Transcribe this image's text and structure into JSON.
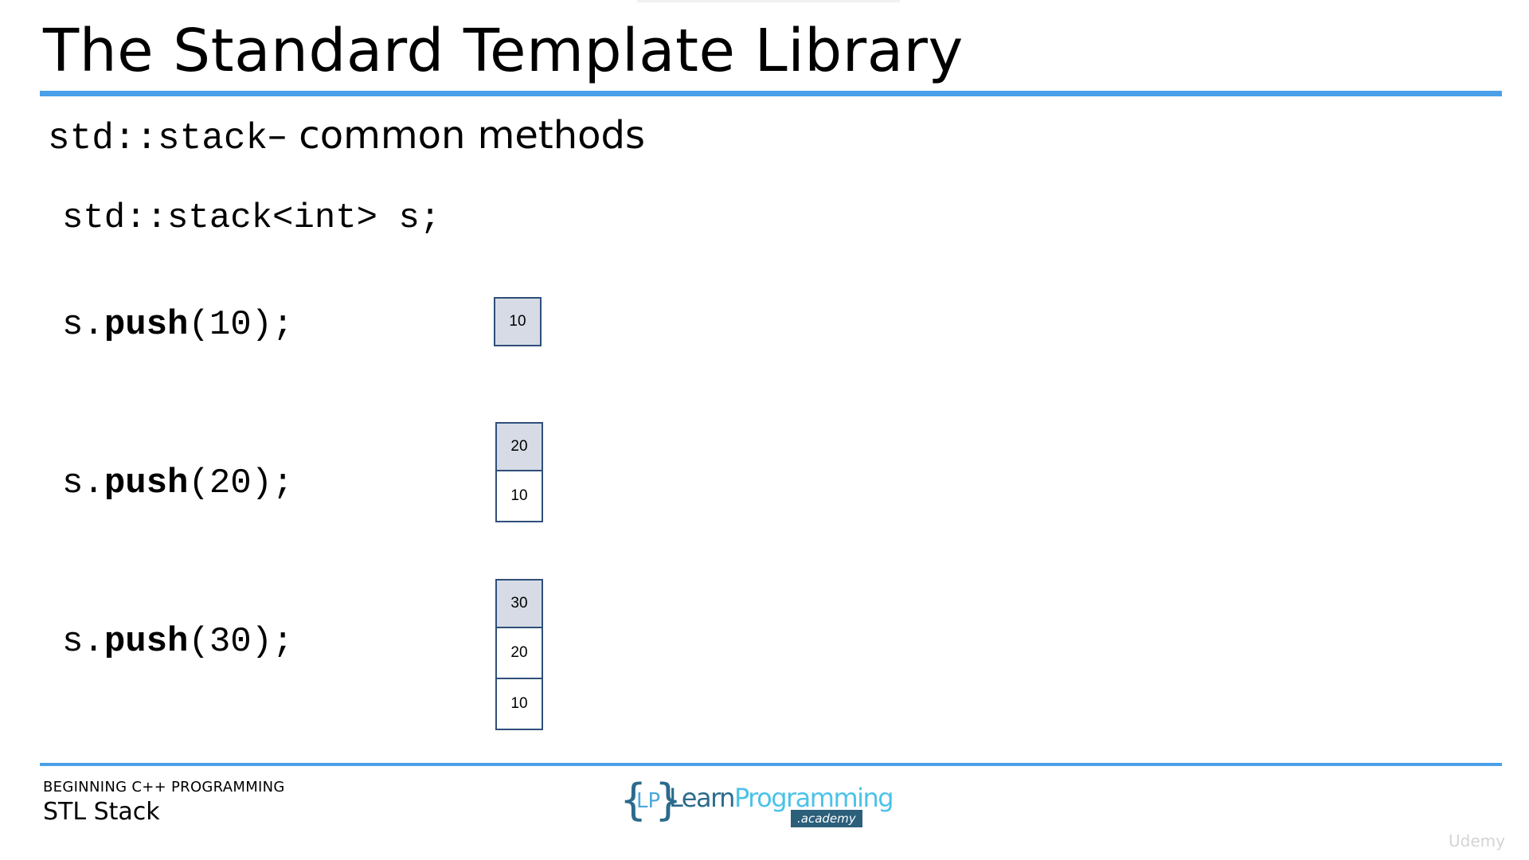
{
  "slide": {
    "title": "The Standard Template Library",
    "subtitle_code": "std::stack",
    "subtitle_text": " – common methods",
    "declaration": "std::stack<int> s;"
  },
  "steps": [
    {
      "prefix": "s.",
      "method": "push",
      "args": "(10);",
      "stack": [
        "10"
      ]
    },
    {
      "prefix": "s.",
      "method": "push",
      "args": "(20);",
      "stack": [
        "20",
        "10"
      ]
    },
    {
      "prefix": "s.",
      "method": "push",
      "args": "(30);",
      "stack": [
        "30",
        "20",
        "10"
      ]
    }
  ],
  "footer": {
    "course": "BEGINNING C++ PROGRAMMING",
    "lesson": "STL Stack"
  },
  "logo": {
    "brace_open": "{",
    "initials": "LP",
    "brace_close": "}",
    "word_a": "Learn",
    "word_b": "Programming",
    "badge": ".academy"
  },
  "watermark": "Udemy",
  "colors": {
    "accent_rule": "#4aa0e8",
    "stack_top_fill": "#d6dbe5",
    "stack_border": "#2f4f7a"
  }
}
